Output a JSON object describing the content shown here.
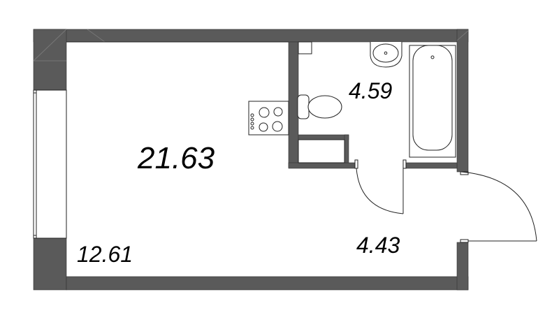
{
  "plan": {
    "type": "studio apartment floor plan",
    "colors": {
      "wall": "#5a5a5a",
      "line": "#000000",
      "background": "#ffffff"
    },
    "rooms": [
      {
        "name": "living-kitchen",
        "area": "21.63"
      },
      {
        "name": "bathroom",
        "area": "4.59"
      },
      {
        "name": "hallway",
        "area": "4.43"
      },
      {
        "name": "balcony-or-loggia",
        "area": "12.61"
      }
    ]
  }
}
